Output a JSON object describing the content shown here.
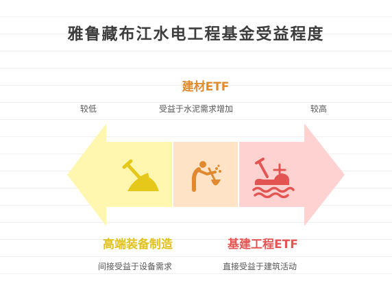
{
  "title": "雅鲁藏布江水电工程基金受益程度",
  "top_category": "建材ETF",
  "scale": {
    "low_label": "较低",
    "mid_label": "受益于水泥需求增加",
    "high_label": "较高"
  },
  "left_category": {
    "name": "高端装备制造",
    "description": "间接受益于设备需求",
    "icon": "shovel-sand-icon"
  },
  "middle_category": {
    "icon": "worker-digging-icon"
  },
  "right_category": {
    "name": "基建工程ETF",
    "description": "直接受益于建筑活动",
    "icon": "construction-site-icon"
  },
  "colors": {
    "yellow": "#fff7b0",
    "yellow_icon": "#e5c81a",
    "orange": "#ffe3c6",
    "orange_icon": "#e0892e",
    "pink": "#ffd2d2",
    "pink_icon": "#e25552",
    "title": "#3c3c3c"
  }
}
